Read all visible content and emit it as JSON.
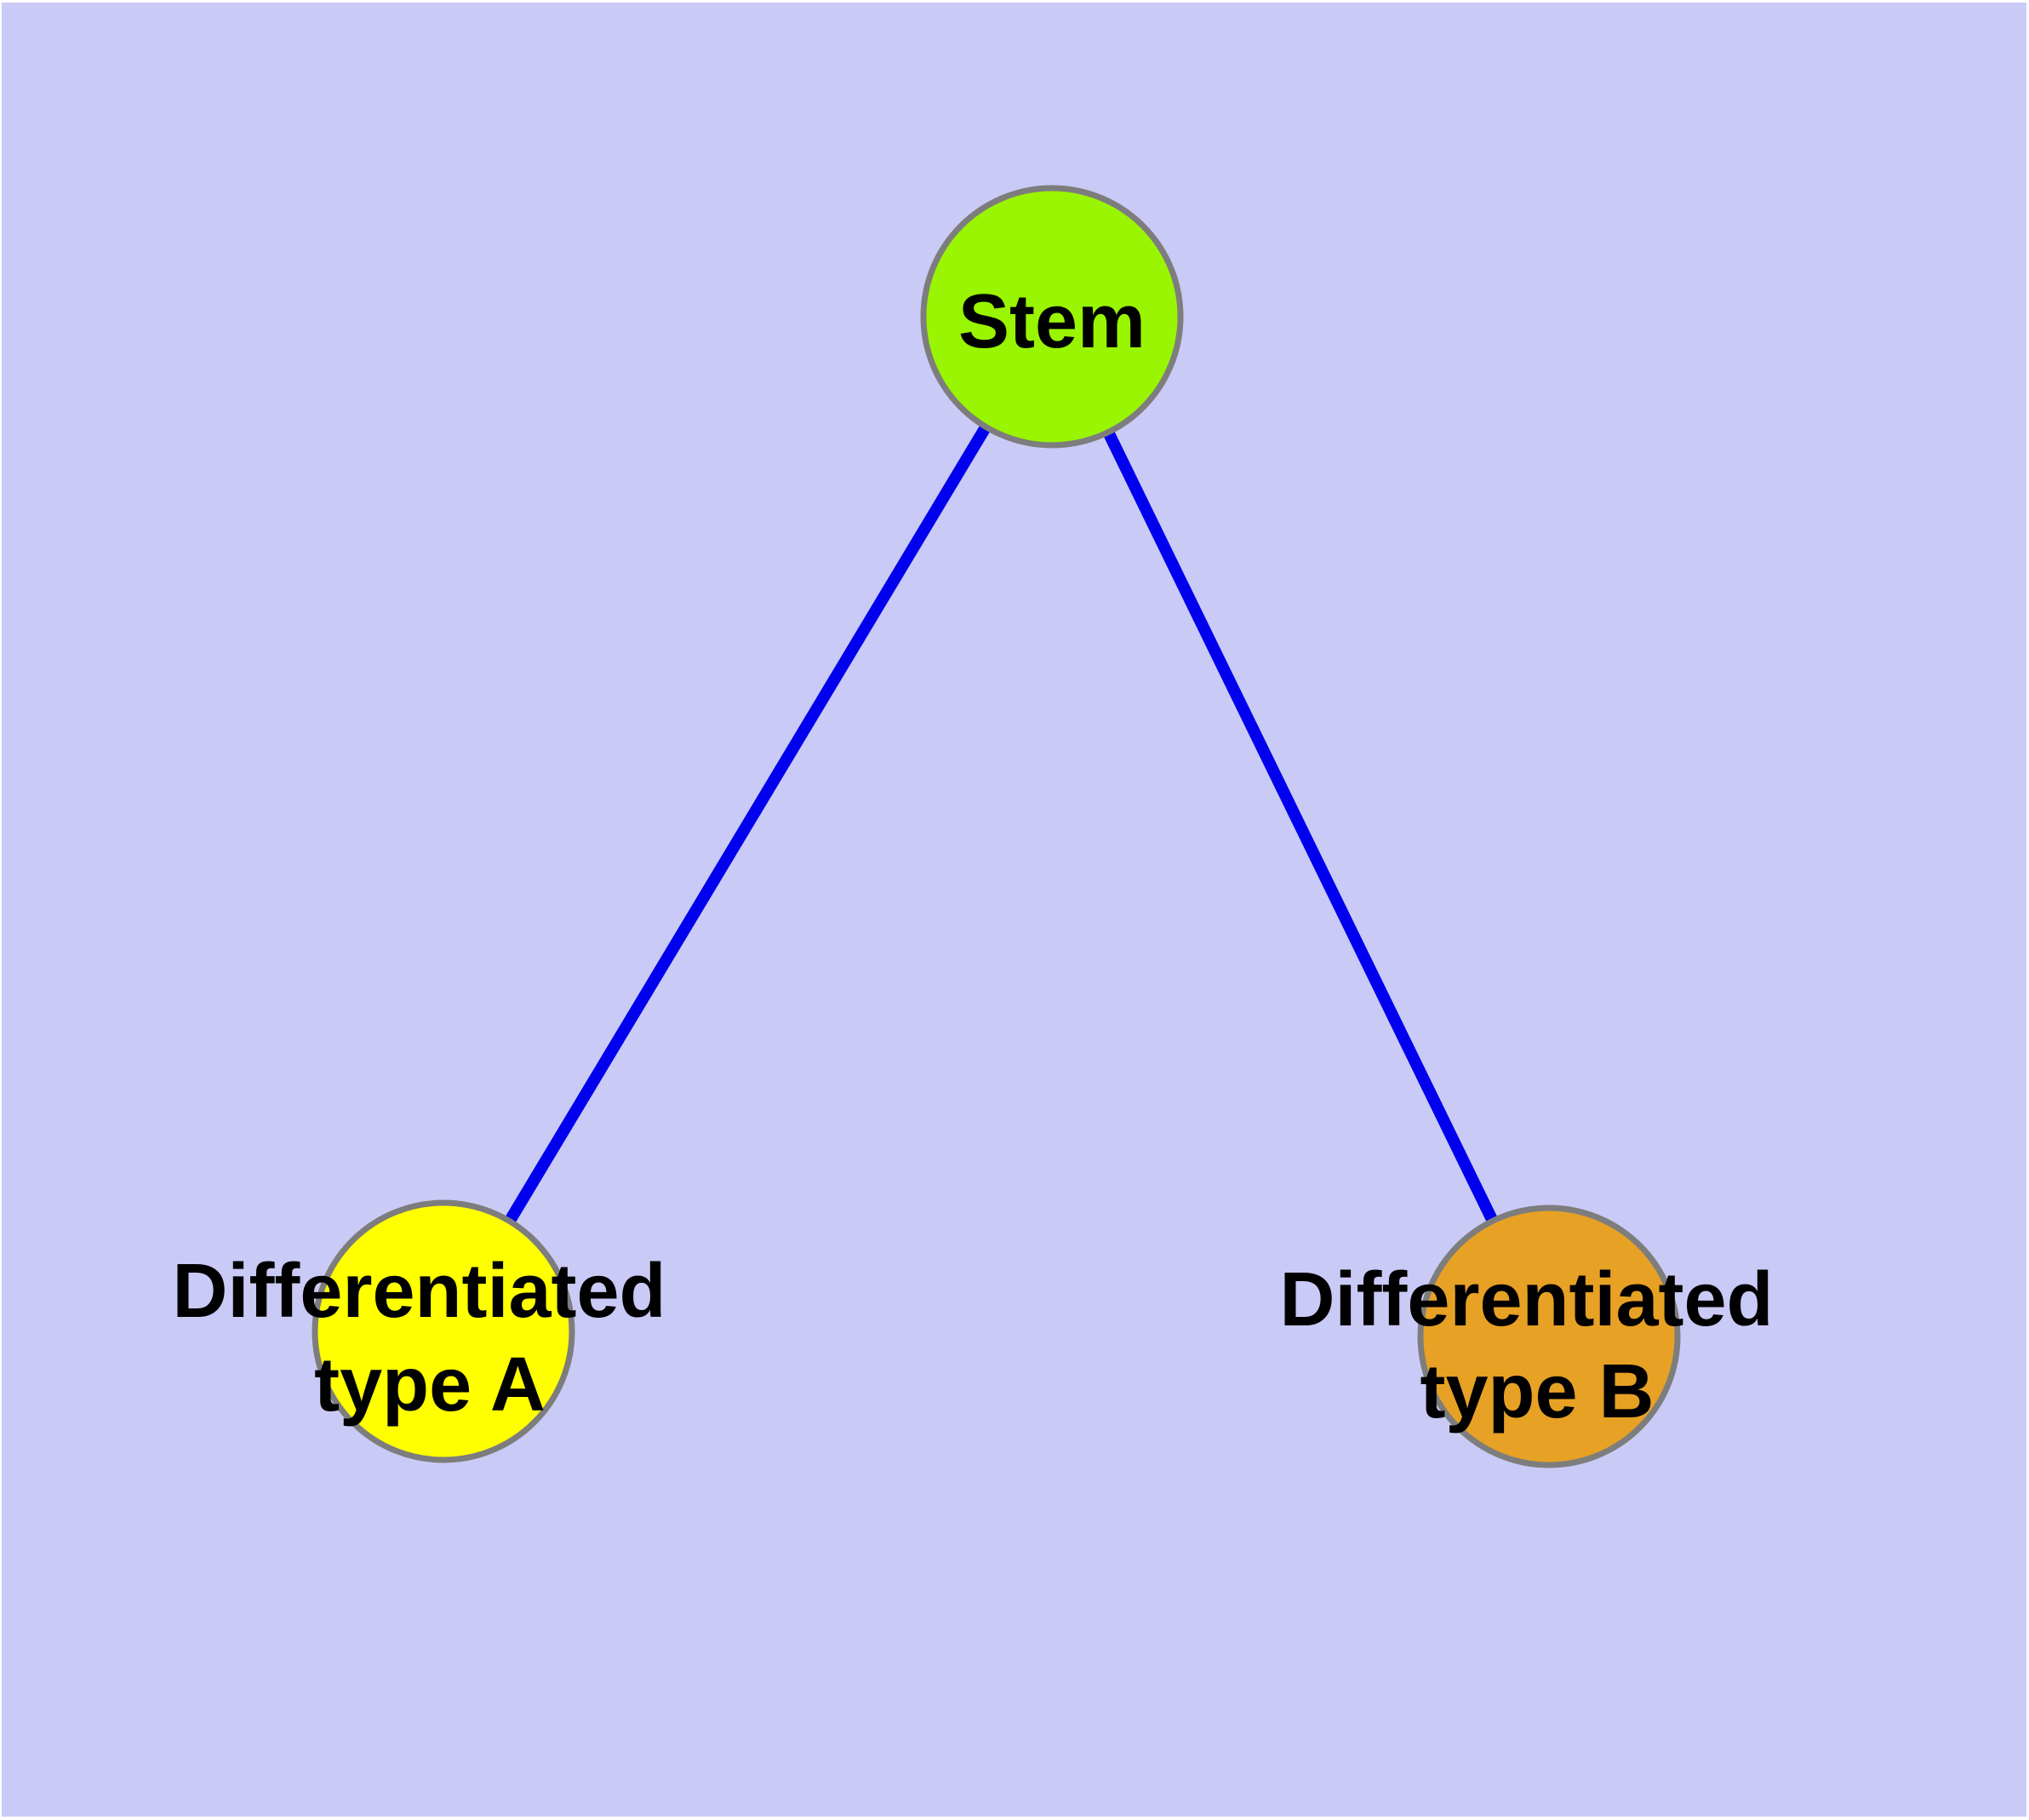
{
  "diagram": {
    "background_color": "#CACAF6",
    "frame_color": "#FFFFFF",
    "edge_color": "#0000EE",
    "node_border_color": "#7D7D7D",
    "label_color": "#000000",
    "nodes": [
      {
        "id": "stem",
        "label": "Stem",
        "fill": "#99F501"
      },
      {
        "id": "differentiated-type-a",
        "label_line1": "Differentiated",
        "label_line2": "type A",
        "fill": "#FFFF00"
      },
      {
        "id": "differentiated-type-b",
        "label_line1": "Differentiated",
        "label_line2": "type B",
        "fill": "#E7A125"
      }
    ],
    "edges": [
      {
        "from": "Stem",
        "to": "Differentiated type A"
      },
      {
        "from": "Stem",
        "to": "Differentiated type B"
      }
    ]
  }
}
